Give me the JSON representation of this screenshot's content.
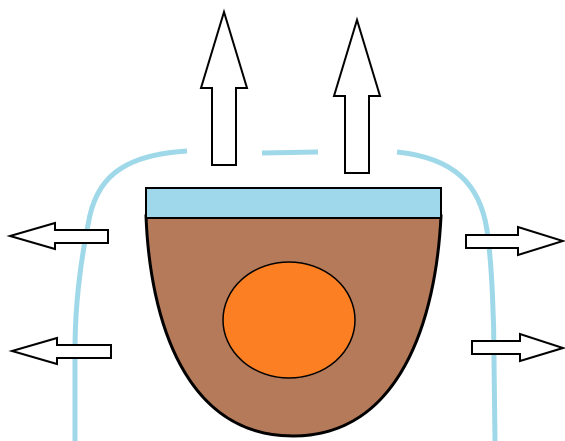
{
  "diagram": {
    "colors": {
      "background": "#ffffff",
      "boundary_line": "#9fd8e8",
      "water_layer": "#9fd8ea",
      "body": "#b57a5a",
      "core": "#fd7f23",
      "outline": "#000000",
      "arrow_fill": "#ffffff"
    },
    "arrows": [
      {
        "name": "up-arrow-left",
        "direction": "up"
      },
      {
        "name": "up-arrow-right",
        "direction": "up"
      },
      {
        "name": "left-arrow-upper",
        "direction": "left"
      },
      {
        "name": "left-arrow-lower",
        "direction": "left"
      },
      {
        "name": "right-arrow-upper",
        "direction": "right"
      },
      {
        "name": "right-arrow-lower",
        "direction": "right"
      }
    ]
  }
}
